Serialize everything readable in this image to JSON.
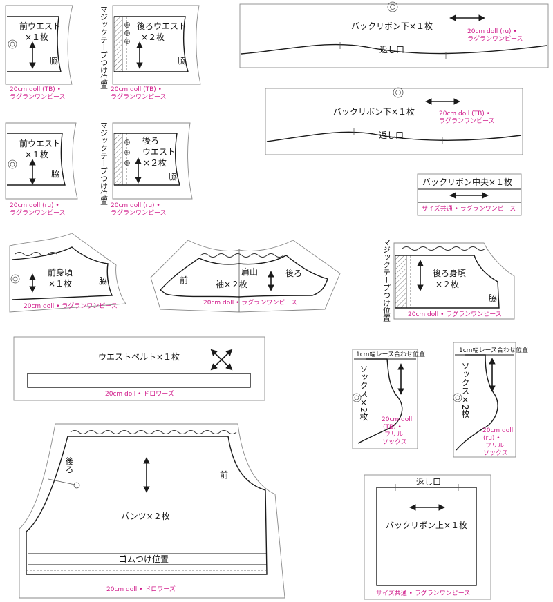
{
  "pieces": {
    "front_waist_tb": {
      "l1": "前ウエスト",
      "l2": "×１枚",
      "side": "脇",
      "note1": "20cm doll (TB) •",
      "note2": "ラグランワンピース"
    },
    "back_waist_tb": {
      "l1": "後ろウエスト",
      "l2": "×２枚",
      "side": "脇",
      "vlabel": "マジックテープつけ位置",
      "note1": "20cm doll (TB) •",
      "note2": "ラグランワンピース"
    },
    "front_waist_ru": {
      "l1": "前ウエスト",
      "l2": "×１枚",
      "side": "脇",
      "note1": "20cm doll (ru) •",
      "note2": "ラグランワンピース"
    },
    "back_waist_ru": {
      "l1": "後ろ",
      "l2": "ウエスト",
      "l3": "×２枚",
      "side": "脇",
      "vlabel": "マジックテープつけ位置",
      "note1": "20cm doll (ru) •",
      "note2": "ラグランワンピース"
    },
    "ribbon_lower_ru": {
      "title": "バックリボン下×１枚",
      "opening": "返し口",
      "note1": "20cm doll (ru) •",
      "note2": "ラグランワンピース"
    },
    "ribbon_lower_tb": {
      "title": "バックリボン下×１枚",
      "opening": "返し口",
      "note1": "20cm doll (TB) •",
      "note2": "ラグランワンピース"
    },
    "ribbon_center": {
      "title": "バックリボン中央×１枚",
      "note": "サイズ共通 • ラグランワンピース"
    },
    "front_bodice": {
      "l1": "前身頃",
      "l2": "×１枚",
      "side": "脇",
      "note": "20cm doll • ラグランワンピース"
    },
    "sleeve": {
      "front": "前",
      "shoulder": "肩山",
      "back": "後ろ",
      "title": "袖×２枚",
      "note": "20cm doll • ラグランワンピース"
    },
    "back_bodice": {
      "l1": "後ろ身頃",
      "l2": "×２枚",
      "side": "脇",
      "vlabel": "マジックテープつけ位置",
      "note": "20cm doll • ラグランワンピース"
    },
    "waist_belt": {
      "title": "ウエストベルト×１枚",
      "note": "20cm doll • ドロワーズ"
    },
    "socks_tb": {
      "lace": "1cm幅レース合わせ位置",
      "title": "ソックス×2枚",
      "note1": "20cm doll",
      "note2": "(TB) •",
      "note3": "フリル",
      "note4": "ソックス"
    },
    "socks_ru": {
      "lace": "1cm幅レース合わせ位置",
      "title": "ソックス×2枚",
      "note1": "20cm doll",
      "note2": "(ru) •",
      "note3": "フリル",
      "note4": "ソックス"
    },
    "pants": {
      "back": "後ろ",
      "front": "前",
      "title": "パンツ×２枚",
      "elastic": "ゴムつけ位置",
      "note": "20cm doll • ドロワーズ"
    },
    "ribbon_upper": {
      "opening": "返し口",
      "title": "バックリボン上×１枚",
      "note": "サイズ共通 • ラグランワンピース"
    }
  },
  "colors": {
    "note": "#d01a8a",
    "line": "#1a1a1a",
    "outline": "#8a8a8a"
  }
}
